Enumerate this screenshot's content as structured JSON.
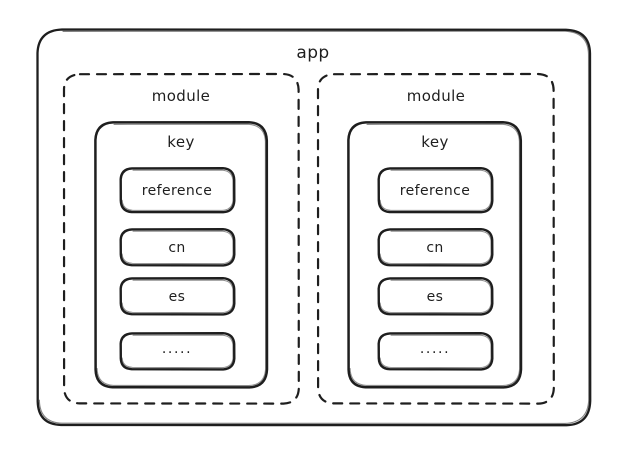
{
  "diagram": {
    "title": "app",
    "style": "hand-drawn",
    "stroke_color": "#1e1e1e",
    "background_color": "#ffffff",
    "outer": {
      "label": "app",
      "border": "solid"
    },
    "modules": [
      {
        "label": "module",
        "border": "dashed",
        "key": {
          "label": "key",
          "border": "solid",
          "items": [
            {
              "label": "reference"
            },
            {
              "label": "cn"
            },
            {
              "label": "es"
            },
            {
              "label": "....."
            }
          ]
        }
      },
      {
        "label": "module",
        "border": "dashed",
        "key": {
          "label": "key",
          "border": "solid",
          "items": [
            {
              "label": "reference"
            },
            {
              "label": "cn"
            },
            {
              "label": "es"
            },
            {
              "label": "....."
            }
          ]
        }
      }
    ]
  }
}
